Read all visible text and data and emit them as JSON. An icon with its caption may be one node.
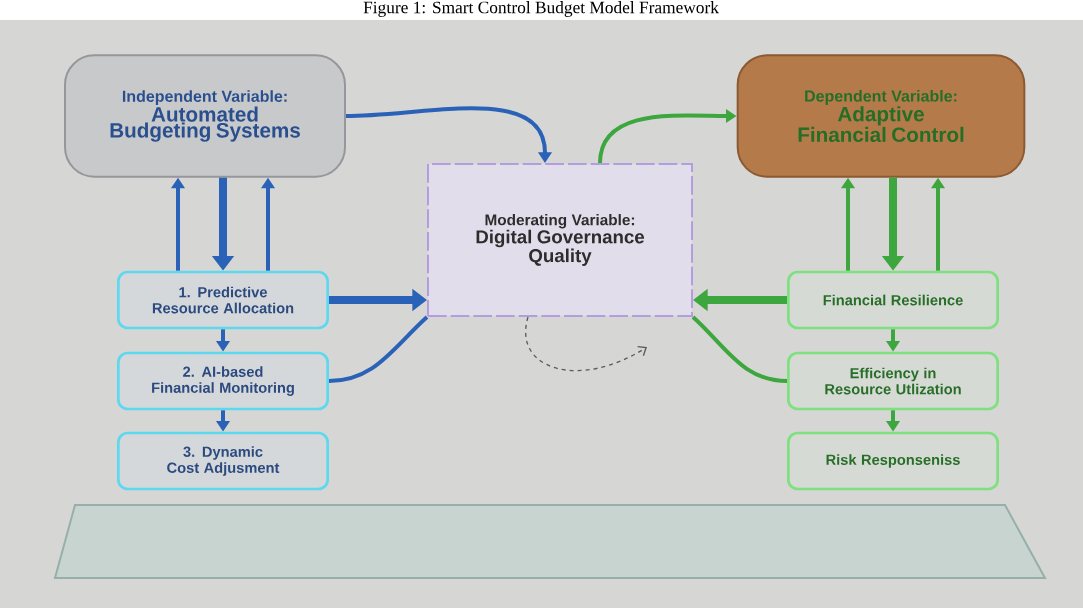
{
  "diagram": {
    "title": "Figure 1: Smart Control Budget Model Framework",
    "nodes": [
      {
        "text": [
          "Independent Variable:",
          "Automated Budgeting Systems"
        ]
      },
      {
        "text": [
          "Dependent Variable:",
          "Adaptive Financial Control"
        ]
      },
      {
        "text": [
          "Moderating Variable:",
          "Digital Governance Quality"
        ]
      },
      {
        "text": [
          "1. Predictive Resource Allocation"
        ]
      },
      {
        "text": [
          "2. AI-based Financial Monitoring"
        ]
      },
      {
        "text": [
          "3. Dynamic Cost Adjusment"
        ]
      },
      {
        "text": [
          "Financial Resilience"
        ]
      },
      {
        "text": [
          "Efficiency in Resource Utlization"
        ]
      },
      {
        "text": [
          "Risk Responseniss"
        ]
      }
    ],
    "edges": [
      {
        "from": 0,
        "to": 2,
        "arrow": "to"
      },
      {
        "from": 3,
        "to": 0,
        "arrow": "to"
      },
      {
        "from": 0,
        "to": 3,
        "arrow": "to",
        "style": "thick"
      },
      {
        "from": 3,
        "to": 0,
        "arrow": "to"
      },
      {
        "from": 3,
        "to": 4,
        "arrow": "to"
      },
      {
        "from": 4,
        "to": 5,
        "arrow": "to"
      },
      {
        "from": 3,
        "to": 2,
        "arrow": "to",
        "style": "thick"
      },
      {
        "from": 4,
        "to": 2,
        "arrow": "none"
      },
      {
        "from": 2,
        "to": 1,
        "arrow": "to",
        "color": "#3ea63e"
      },
      {
        "from": 6,
        "to": 1,
        "arrow": "to",
        "color": "#3ea63e"
      },
      {
        "from": 1,
        "to": 6,
        "arrow": "to",
        "style": "thick",
        "color": "#3ea63e"
      },
      {
        "from": 6,
        "to": 1,
        "arrow": "to",
        "color": "#3ea63e"
      },
      {
        "from": 6,
        "to": 2,
        "arrow": "to",
        "style": "thick",
        "color": "#3ea63e"
      },
      {
        "from": 7,
        "to": 2,
        "arrow": "none",
        "color": "#3ea63e"
      },
      {
        "from": 6,
        "to": 7,
        "arrow": "to",
        "color": "#3ea63e"
      },
      {
        "from": 7,
        "to": 8,
        "arrow": "to",
        "color": "#3ea63e"
      }
    ]
  }
}
